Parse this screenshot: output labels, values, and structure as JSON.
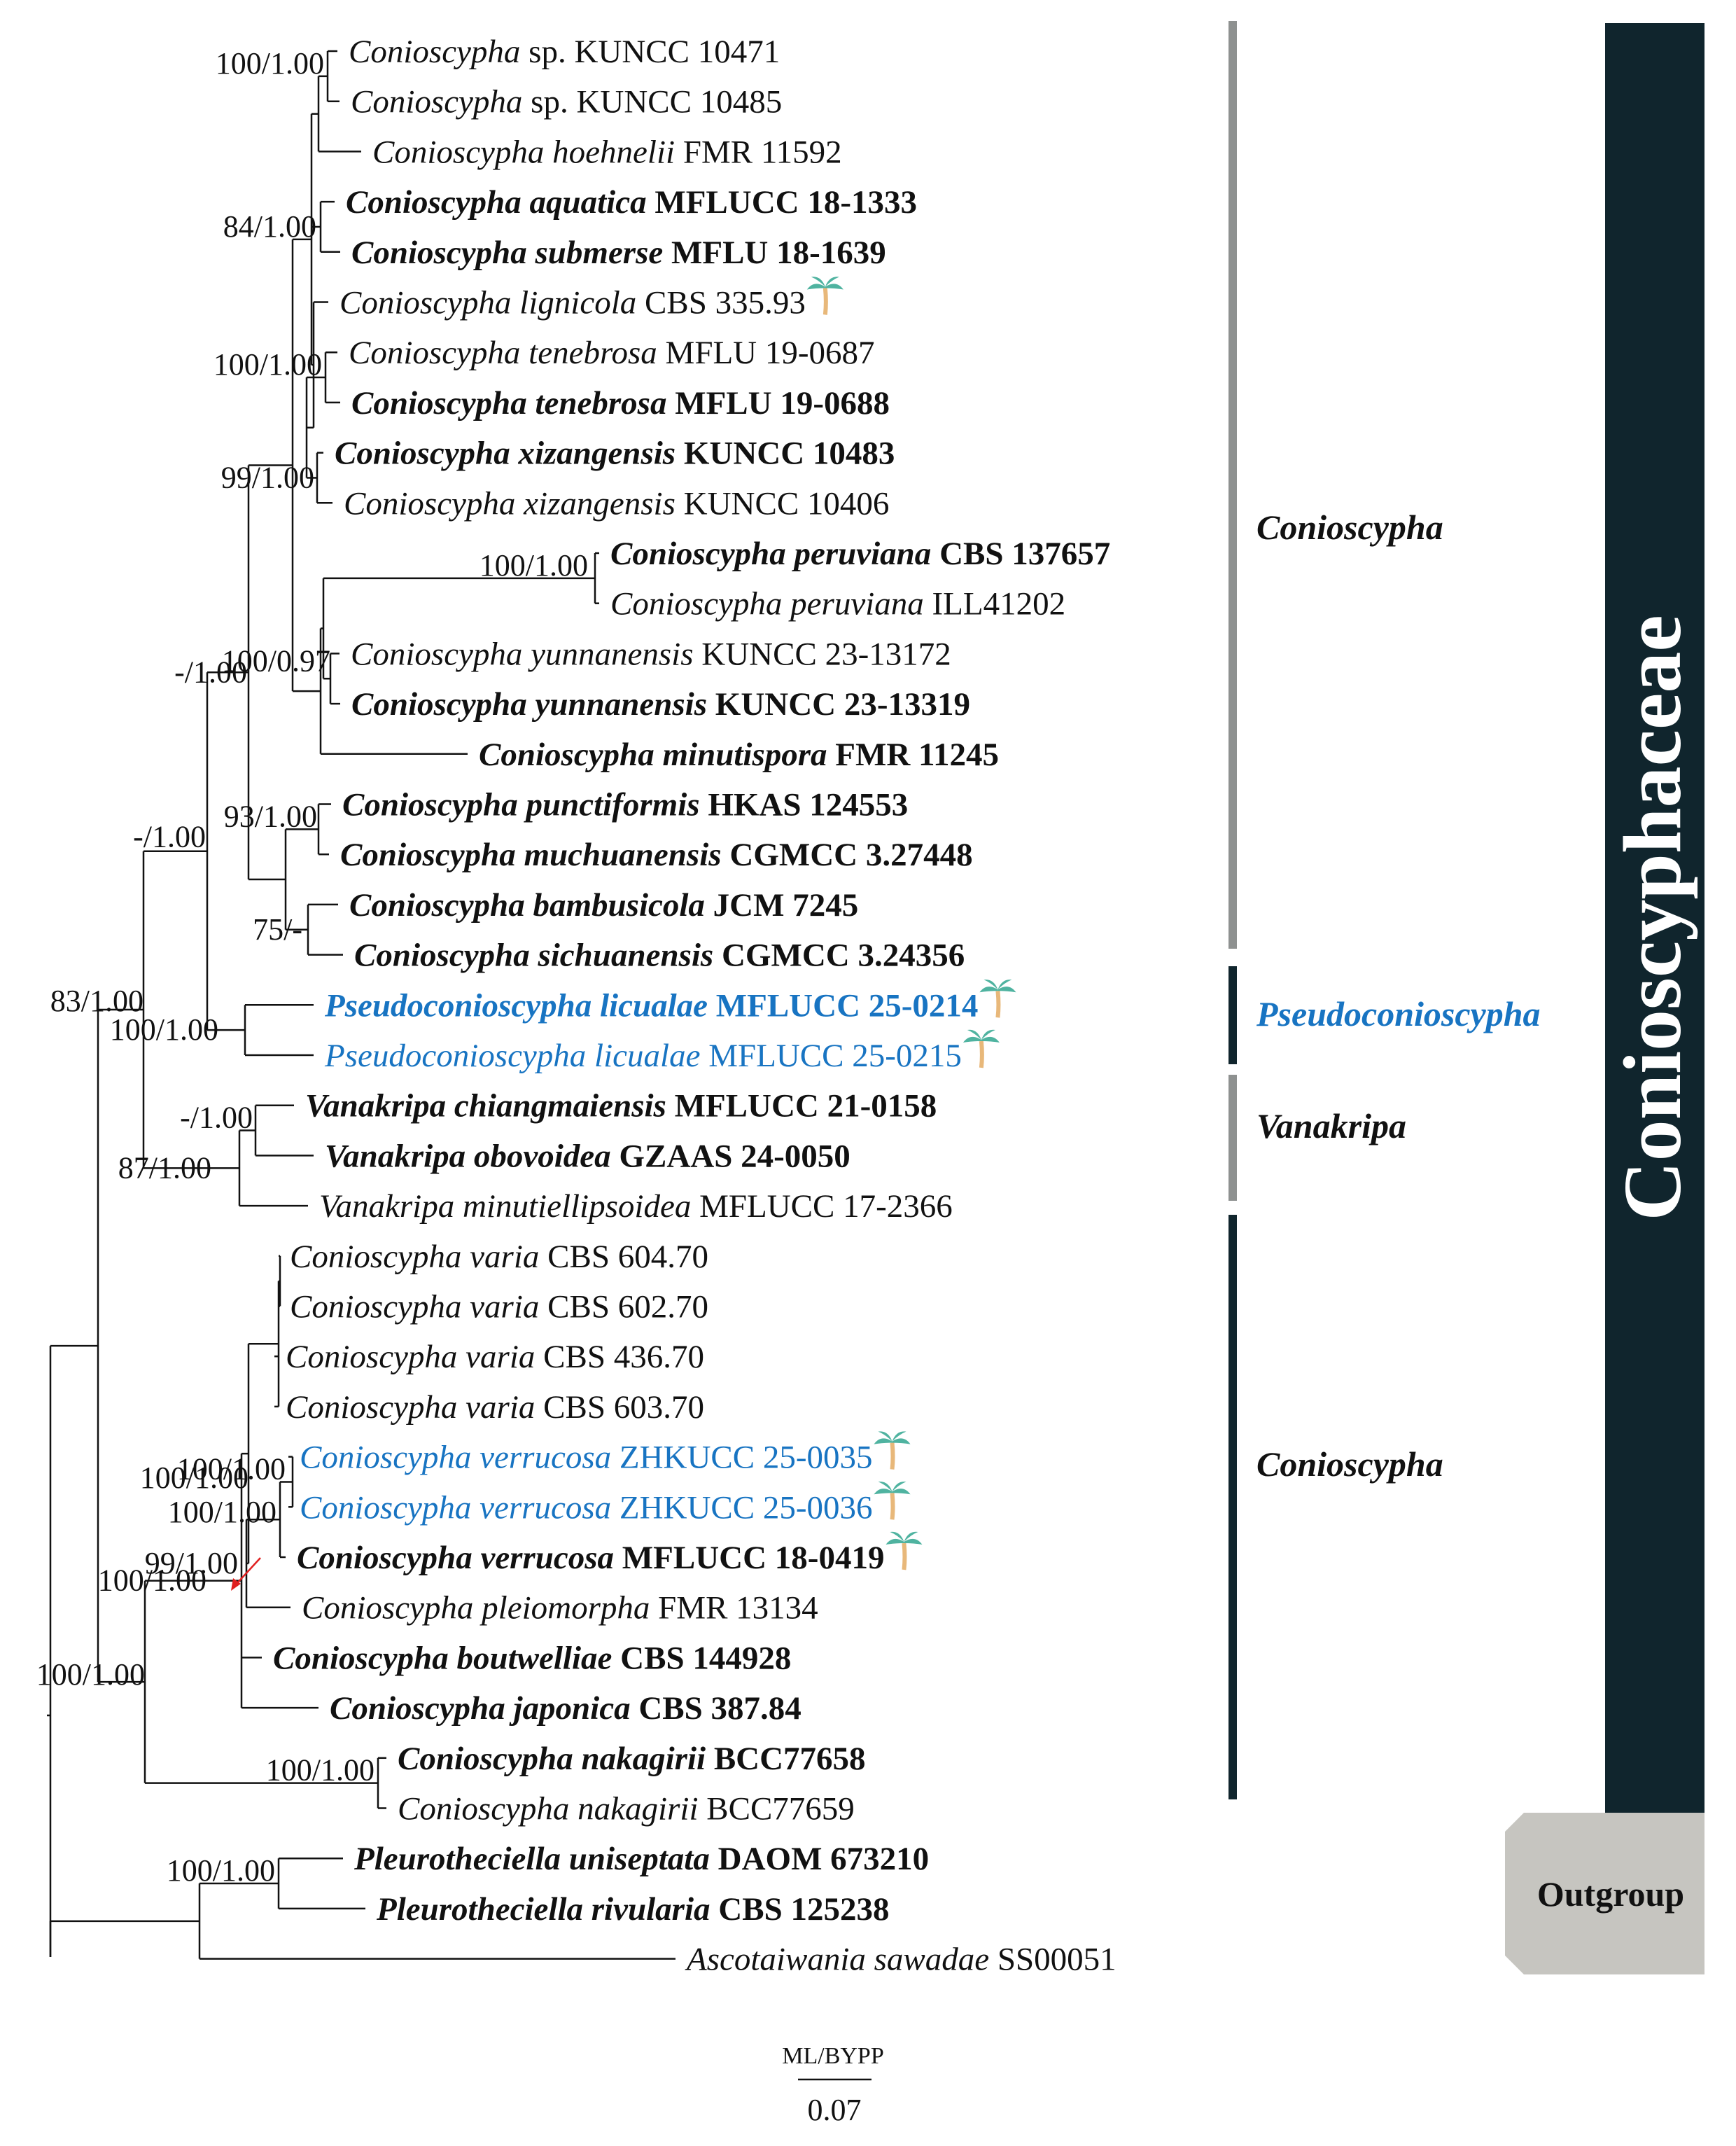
{
  "colors": {
    "line": "#111111",
    "new_species": "#1874c2",
    "clade_bar_gray": "#8e9190",
    "clade_bar_dark": "#10252d",
    "family_block": "#10252d",
    "outgroup_block": "#c6c5c0",
    "palm_leaf": "#4fb3a0",
    "palm_trunk": "#e8b87a",
    "pointer_arrow": "#e02020"
  },
  "taxa": [
    {
      "id": "t1",
      "genus": "Conioscypha",
      "epithet": "sp.",
      "strain": "KUNCC 10471",
      "bold": false,
      "new": false,
      "palm": false
    },
    {
      "id": "t2",
      "genus": "Conioscypha",
      "epithet": "sp.",
      "strain": "KUNCC 10485",
      "bold": false,
      "new": false,
      "palm": false
    },
    {
      "id": "t3",
      "genus": "Conioscypha",
      "epithet": "hoehnelii",
      "strain": "FMR 11592",
      "bold": false,
      "new": false,
      "palm": false
    },
    {
      "id": "t4",
      "genus": "Conioscypha",
      "epithet": "aquatica",
      "strain": "MFLUCC 18-1333",
      "bold": true,
      "new": false,
      "palm": false
    },
    {
      "id": "t5",
      "genus": "Conioscypha",
      "epithet": "submerse",
      "strain": "MFLU 18-1639",
      "bold": true,
      "new": false,
      "palm": false
    },
    {
      "id": "t6",
      "genus": "Conioscypha",
      "epithet": "lignicola",
      "strain": "CBS 335.93",
      "bold": false,
      "new": false,
      "palm": true
    },
    {
      "id": "t7",
      "genus": "Conioscypha",
      "epithet": "tenebrosa",
      "strain": "MFLU 19-0687",
      "bold": false,
      "new": false,
      "palm": false
    },
    {
      "id": "t8",
      "genus": "Conioscypha",
      "epithet": "tenebrosa",
      "strain": "MFLU 19-0688",
      "bold": true,
      "new": false,
      "palm": false
    },
    {
      "id": "t9",
      "genus": "Conioscypha",
      "epithet": "xizangensis",
      "strain": "KUNCC 10483",
      "bold": true,
      "new": false,
      "palm": false
    },
    {
      "id": "t10",
      "genus": "Conioscypha",
      "epithet": "xizangensis",
      "strain": "KUNCC 10406",
      "bold": false,
      "new": false,
      "palm": false
    },
    {
      "id": "t11",
      "genus": "Conioscypha",
      "epithet": "peruviana",
      "strain": "CBS 137657",
      "bold": true,
      "new": false,
      "palm": false
    },
    {
      "id": "t12",
      "genus": "Conioscypha",
      "epithet": "peruviana",
      "strain": "ILL41202",
      "bold": false,
      "new": false,
      "palm": false
    },
    {
      "id": "t13",
      "genus": "Conioscypha",
      "epithet": "yunnanensis",
      "strain": "KUNCC 23-13172",
      "bold": false,
      "new": false,
      "palm": false
    },
    {
      "id": "t14",
      "genus": "Conioscypha",
      "epithet": "yunnanensis",
      "strain": "KUNCC 23-13319",
      "bold": true,
      "new": false,
      "palm": false
    },
    {
      "id": "t15",
      "genus": "Conioscypha",
      "epithet": "minutispora",
      "strain": "FMR 11245",
      "bold": true,
      "new": false,
      "palm": false
    },
    {
      "id": "t16",
      "genus": "Conioscypha",
      "epithet": "punctiformis",
      "strain": "HKAS 124553",
      "bold": true,
      "new": false,
      "palm": false
    },
    {
      "id": "t17",
      "genus": "Conioscypha",
      "epithet": "muchuanensis",
      "strain": "CGMCC 3.27448",
      "bold": true,
      "new": false,
      "palm": false
    },
    {
      "id": "t18",
      "genus": "Conioscypha",
      "epithet": "bambusicola",
      "strain": "JCM 7245",
      "bold": true,
      "new": false,
      "palm": false
    },
    {
      "id": "t19",
      "genus": "Conioscypha",
      "epithet": "sichuanensis",
      "strain": "CGMCC 3.24356",
      "bold": true,
      "new": false,
      "palm": false
    },
    {
      "id": "t20",
      "genus": "Pseudoconioscypha",
      "epithet": "licualae",
      "strain": "MFLUCC 25-0214",
      "bold": true,
      "new": true,
      "palm": true
    },
    {
      "id": "t21",
      "genus": "Pseudoconioscypha",
      "epithet": "licualae",
      "strain": "MFLUCC 25-0215",
      "bold": false,
      "new": true,
      "palm": true
    },
    {
      "id": "t22",
      "genus": "Vanakripa",
      "epithet": "chiangmaiensis",
      "strain": "MFLUCC 21-0158",
      "bold": true,
      "new": false,
      "palm": false
    },
    {
      "id": "t23",
      "genus": "Vanakripa",
      "epithet": "obovoidea",
      "strain": "GZAAS 24-0050",
      "bold": true,
      "new": false,
      "palm": false
    },
    {
      "id": "t24",
      "genus": "Vanakripa",
      "epithet": "minutiellipsoidea",
      "strain": "MFLUCC 17-2366",
      "bold": false,
      "new": false,
      "palm": false
    },
    {
      "id": "t25",
      "genus": "Conioscypha",
      "epithet": "varia",
      "strain": "CBS 604.70",
      "bold": false,
      "new": false,
      "palm": false
    },
    {
      "id": "t26",
      "genus": "Conioscypha",
      "epithet": "varia",
      "strain": "CBS 602.70",
      "bold": false,
      "new": false,
      "palm": false
    },
    {
      "id": "t27",
      "genus": "Conioscypha",
      "epithet": "varia",
      "strain": "CBS 436.70",
      "bold": false,
      "new": false,
      "palm": false
    },
    {
      "id": "t28",
      "genus": "Conioscypha",
      "epithet": "varia",
      "strain": "CBS 603.70",
      "bold": false,
      "new": false,
      "palm": false
    },
    {
      "id": "t29",
      "genus": "Conioscypha",
      "epithet": "verrucosa",
      "strain": "ZHKUCC 25-0035",
      "bold": false,
      "new": true,
      "palm": true
    },
    {
      "id": "t30",
      "genus": "Conioscypha",
      "epithet": "verrucosa",
      "strain": "ZHKUCC 25-0036",
      "bold": false,
      "new": true,
      "palm": true
    },
    {
      "id": "t31",
      "genus": "Conioscypha",
      "epithet": "verrucosa",
      "strain": "MFLUCC 18-0419",
      "bold": true,
      "new": false,
      "palm": true
    },
    {
      "id": "t32",
      "genus": "Conioscypha",
      "epithet": "pleiomorpha",
      "strain": "FMR 13134",
      "bold": false,
      "new": false,
      "palm": false
    },
    {
      "id": "t33",
      "genus": "Conioscypha",
      "epithet": "boutwelliae",
      "strain": "CBS 144928",
      "bold": true,
      "new": false,
      "palm": false
    },
    {
      "id": "t34",
      "genus": "Conioscypha",
      "epithet": "japonica",
      "strain": "CBS 387.84",
      "bold": true,
      "new": false,
      "palm": false
    },
    {
      "id": "t35",
      "genus": "Conioscypha",
      "epithet": "nakagirii",
      "strain": "BCC77658",
      "bold": true,
      "new": false,
      "palm": false
    },
    {
      "id": "t36",
      "genus": "Conioscypha",
      "epithet": "nakagirii",
      "strain": "BCC77659",
      "bold": false,
      "new": false,
      "palm": false
    },
    {
      "id": "t37",
      "genus": "Pleurotheciella",
      "epithet": "uniseptata",
      "strain": "DAOM 673210",
      "bold": true,
      "new": false,
      "palm": false
    },
    {
      "id": "t38",
      "genus": "Pleurotheciella",
      "epithet": "rivularia",
      "strain": "CBS 125238",
      "bold": true,
      "new": false,
      "palm": false
    },
    {
      "id": "t39",
      "genus": "Ascotaiwania",
      "epithet": "sawadae",
      "strain": "SS00051",
      "bold": false,
      "new": false,
      "palm": false
    }
  ],
  "support_values": [
    {
      "id": "s1",
      "text": "100/1.00"
    },
    {
      "id": "s2",
      "text": "84/1.00"
    },
    {
      "id": "s3",
      "text": "100/1.00"
    },
    {
      "id": "s4",
      "text": "99/1.00"
    },
    {
      "id": "s5",
      "text": "100/1.00"
    },
    {
      "id": "s6",
      "text": "100/0.97"
    },
    {
      "id": "s7",
      "text": "-/1.00"
    },
    {
      "id": "s8",
      "text": "93/1.00"
    },
    {
      "id": "s9",
      "text": "-/1.00"
    },
    {
      "id": "s10",
      "text": "75/-"
    },
    {
      "id": "s11",
      "text": "100/1.00"
    },
    {
      "id": "s12",
      "text": "-/1.00"
    },
    {
      "id": "s13",
      "text": "87/1.00"
    },
    {
      "id": "s14",
      "text": "83/1.00"
    },
    {
      "id": "s15",
      "text": "100/1.00"
    },
    {
      "id": "s16",
      "text": "100/1.00"
    },
    {
      "id": "s17",
      "text": "100/1.00"
    },
    {
      "id": "s18",
      "text": "99/1.00"
    },
    {
      "id": "s19",
      "text": "100/1.00"
    },
    {
      "id": "s20",
      "text": "100/1.00"
    },
    {
      "id": "s21",
      "text": "100/1.00"
    },
    {
      "id": "s22",
      "text": "100/1.00"
    }
  ],
  "clades": [
    {
      "id": "c1",
      "label": "Conioscypha",
      "style": "gray",
      "new": false
    },
    {
      "id": "c2",
      "label": "Pseudoconioscypha",
      "style": "dark",
      "new": true
    },
    {
      "id": "c3",
      "label": "Vanakripa",
      "style": "gray",
      "new": false
    },
    {
      "id": "c4",
      "label": "Conioscypha",
      "style": "dark",
      "new": false
    }
  ],
  "family_label": "Conioscyphaceae",
  "outgroup_label": "Outgroup",
  "scale_bar": {
    "caption": "ML/BYPP",
    "value": "0.07"
  }
}
